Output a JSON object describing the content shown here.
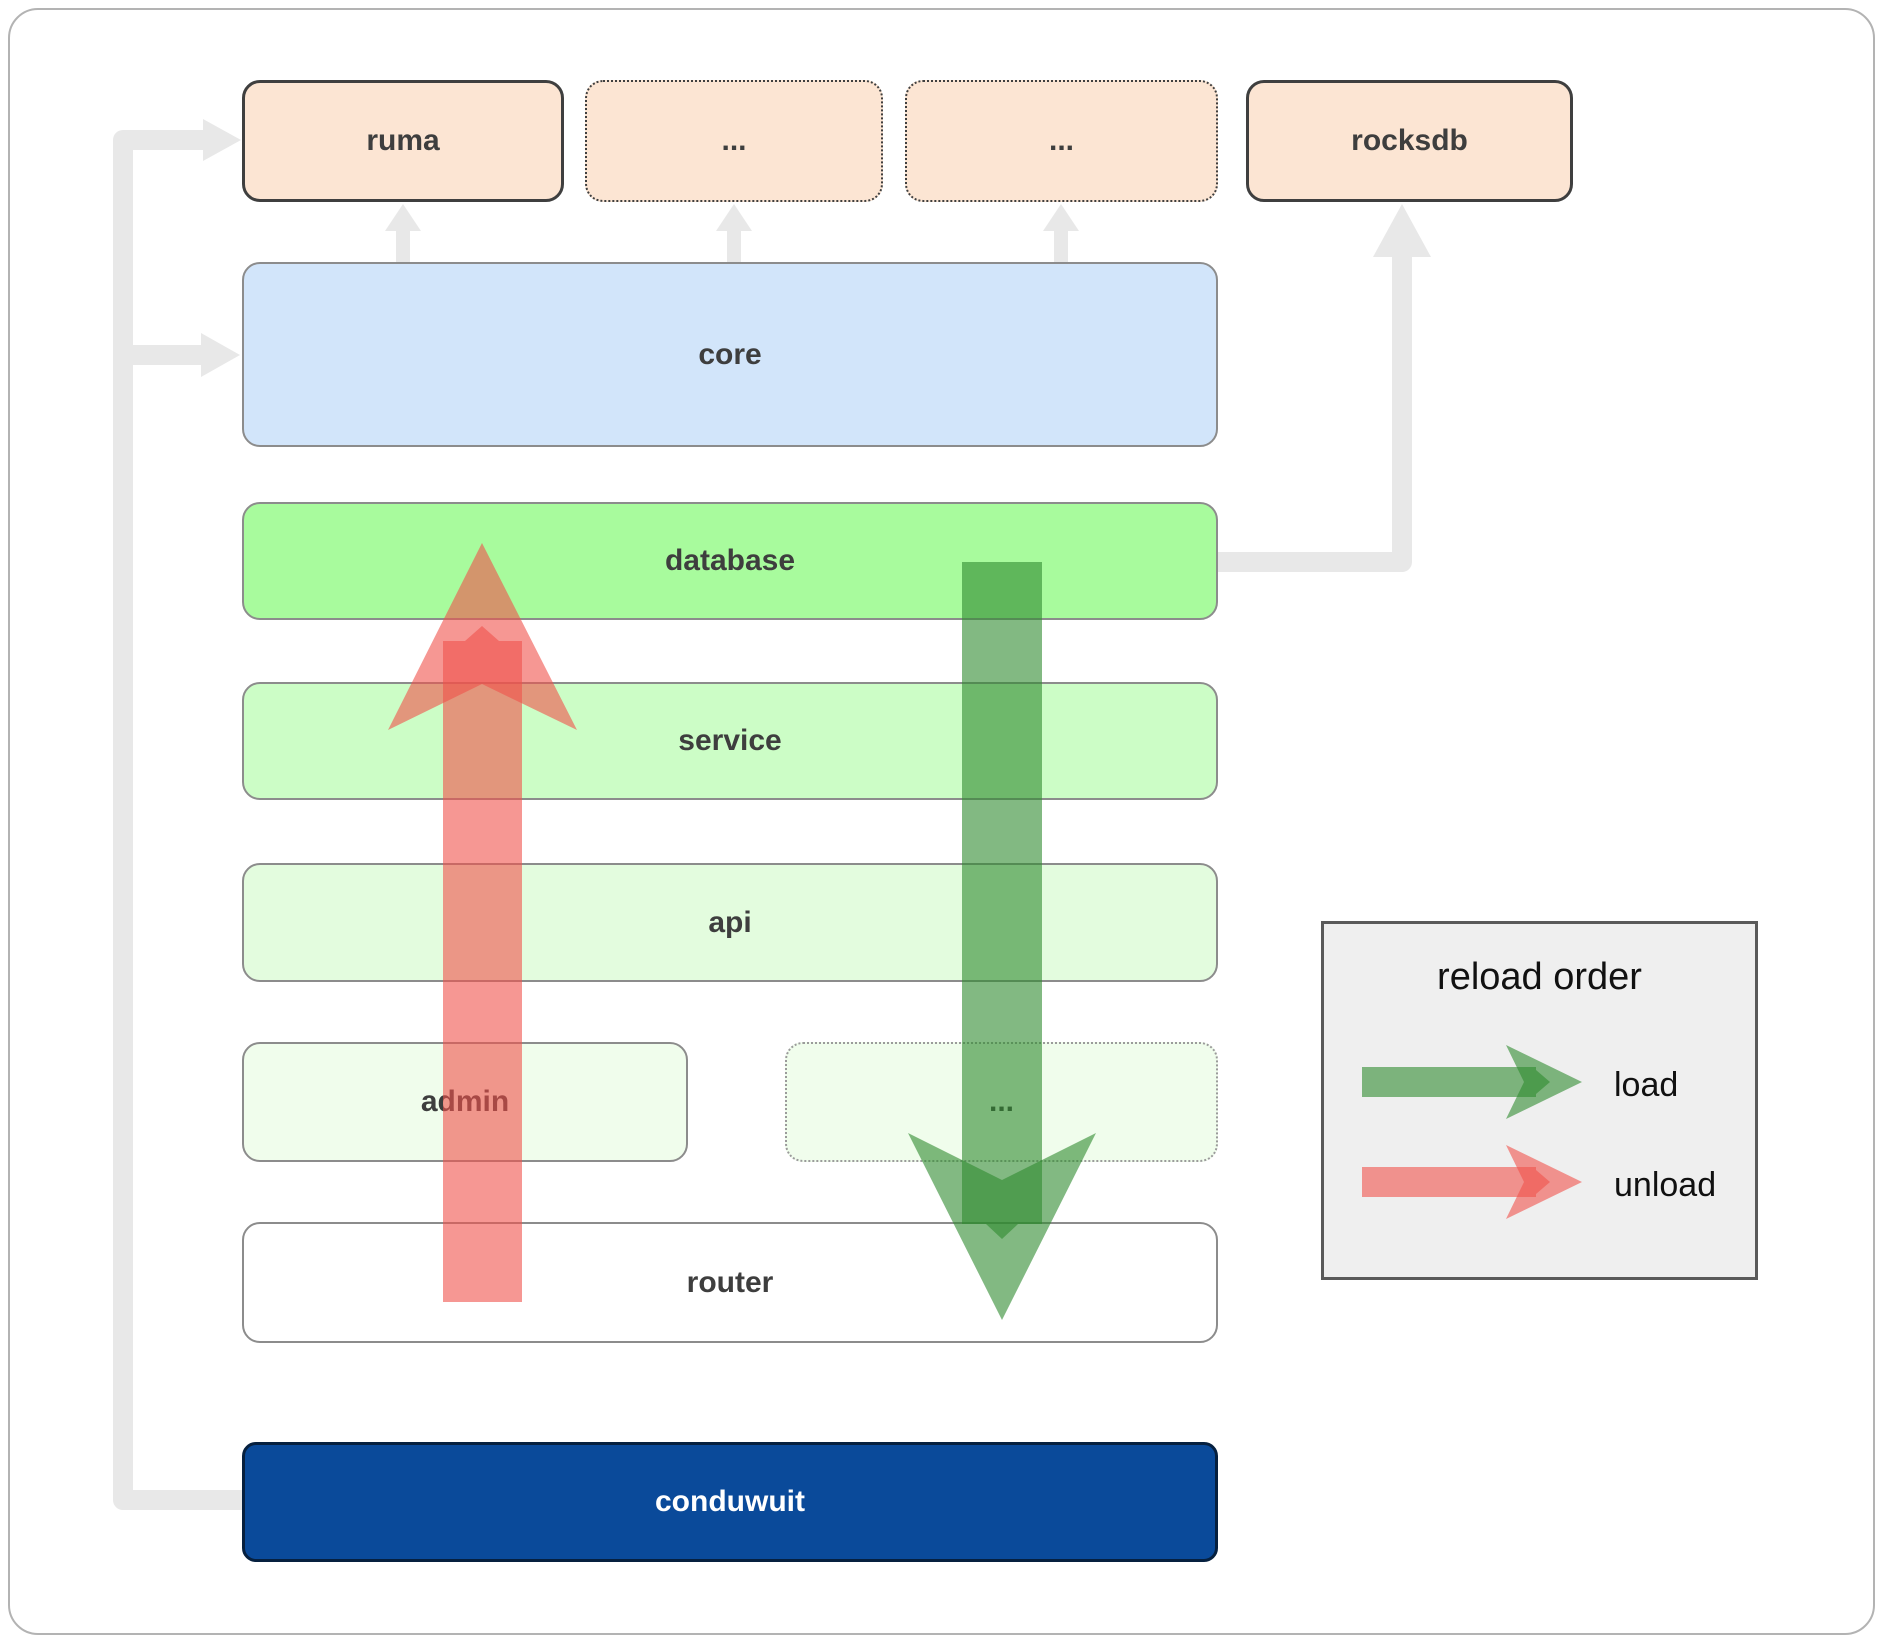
{
  "boxes": {
    "ruma": {
      "label": "ruma"
    },
    "ellipsis_top_1": {
      "label": "..."
    },
    "ellipsis_top_2": {
      "label": "..."
    },
    "rocksdb": {
      "label": "rocksdb"
    },
    "core": {
      "label": "core"
    },
    "database": {
      "label": "database"
    },
    "service": {
      "label": "service"
    },
    "api": {
      "label": "api"
    },
    "admin": {
      "label": "admin"
    },
    "ellipsis_admin": {
      "label": "..."
    },
    "router": {
      "label": "router"
    },
    "conduwuit": {
      "label": "conduwuit"
    }
  },
  "legend": {
    "title": "reload order",
    "items": [
      {
        "label": "load",
        "color": "#2e8b2e",
        "direction": "down"
      },
      {
        "label": "unload",
        "color": "#f0524b",
        "direction": "up"
      }
    ]
  },
  "colors": {
    "peach_box": "#fce5d3",
    "core_box": "#d2e5fa",
    "database_box": "#a8fb9d",
    "service_box": "#ccfdc6",
    "api_box": "#e3fcde",
    "admin_box": "#f0fdec",
    "router_box": "#ffffff",
    "conduwuit_box": "#0a4a9a",
    "load_arrow": "#2e8b2e",
    "unload_arrow": "#f0524b",
    "connector": "#e8e8e8",
    "legend_background": "#efefef"
  }
}
